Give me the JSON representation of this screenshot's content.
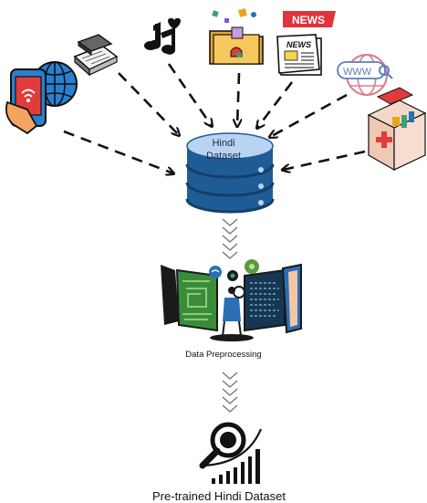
{
  "sources": {
    "news_badge": "NEWS",
    "news_paper": "NEWS",
    "web_badge": "WWW"
  },
  "database": {
    "label_line1": "Hindi",
    "label_line2": "Dataset"
  },
  "preprocessing": {
    "label": "Data Preprocessing"
  },
  "output": {
    "label": "Pre-trained Hindi Dataset"
  },
  "colors": {
    "arrow": "#111111",
    "db_top": "#b9d4f3",
    "db_body": "#1f5c95",
    "db_dark": "#143f6b",
    "news_red": "#e0333a",
    "green": "#5a9a3a",
    "screen_blue": "#2a6fb5"
  }
}
